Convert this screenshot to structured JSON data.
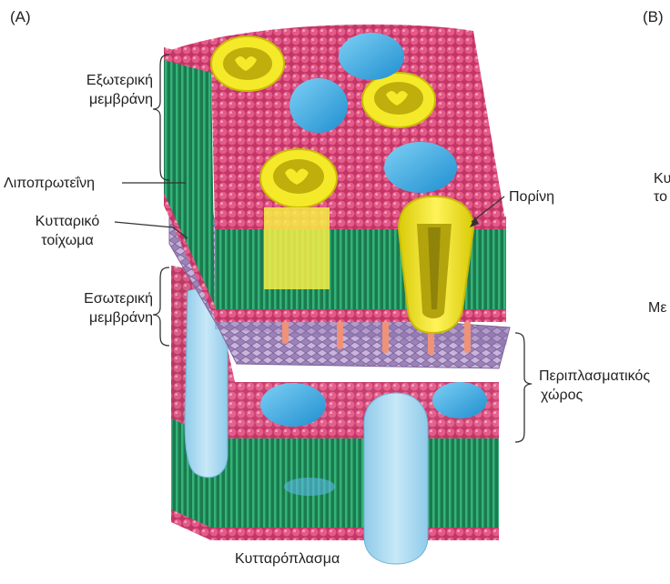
{
  "panels": {
    "a": "(A)",
    "b": "(B)"
  },
  "labels": {
    "outer_membrane": [
      "Εξωτερική",
      "μεμβράνη"
    ],
    "lipoprotein": "Λιποπρωτεΐνη",
    "cell_wall": [
      "Κυτταρικό",
      "τοίχωμα"
    ],
    "inner_membrane": [
      "Εσωτερική",
      "μεμβράνη"
    ],
    "porin": "Πορίνη",
    "periplasmic_space": [
      "Περιπλασματικός",
      "χώρος"
    ],
    "cytoplasm": "Κυτταρόπλασμα"
  },
  "cropped_right": [
    "Κυ",
    "το",
    "Με"
  ],
  "colors": {
    "lipid_head": "#e0517f",
    "lipid_tail": "#2aa06b",
    "porin": "#f2e61a",
    "porin_dark": "#a89a10",
    "protein": "#2fa8df",
    "transmembrane_protein": "#a8d8f0",
    "cell_wall": "#b39ac9",
    "lipoprotein": "#ef9277"
  }
}
